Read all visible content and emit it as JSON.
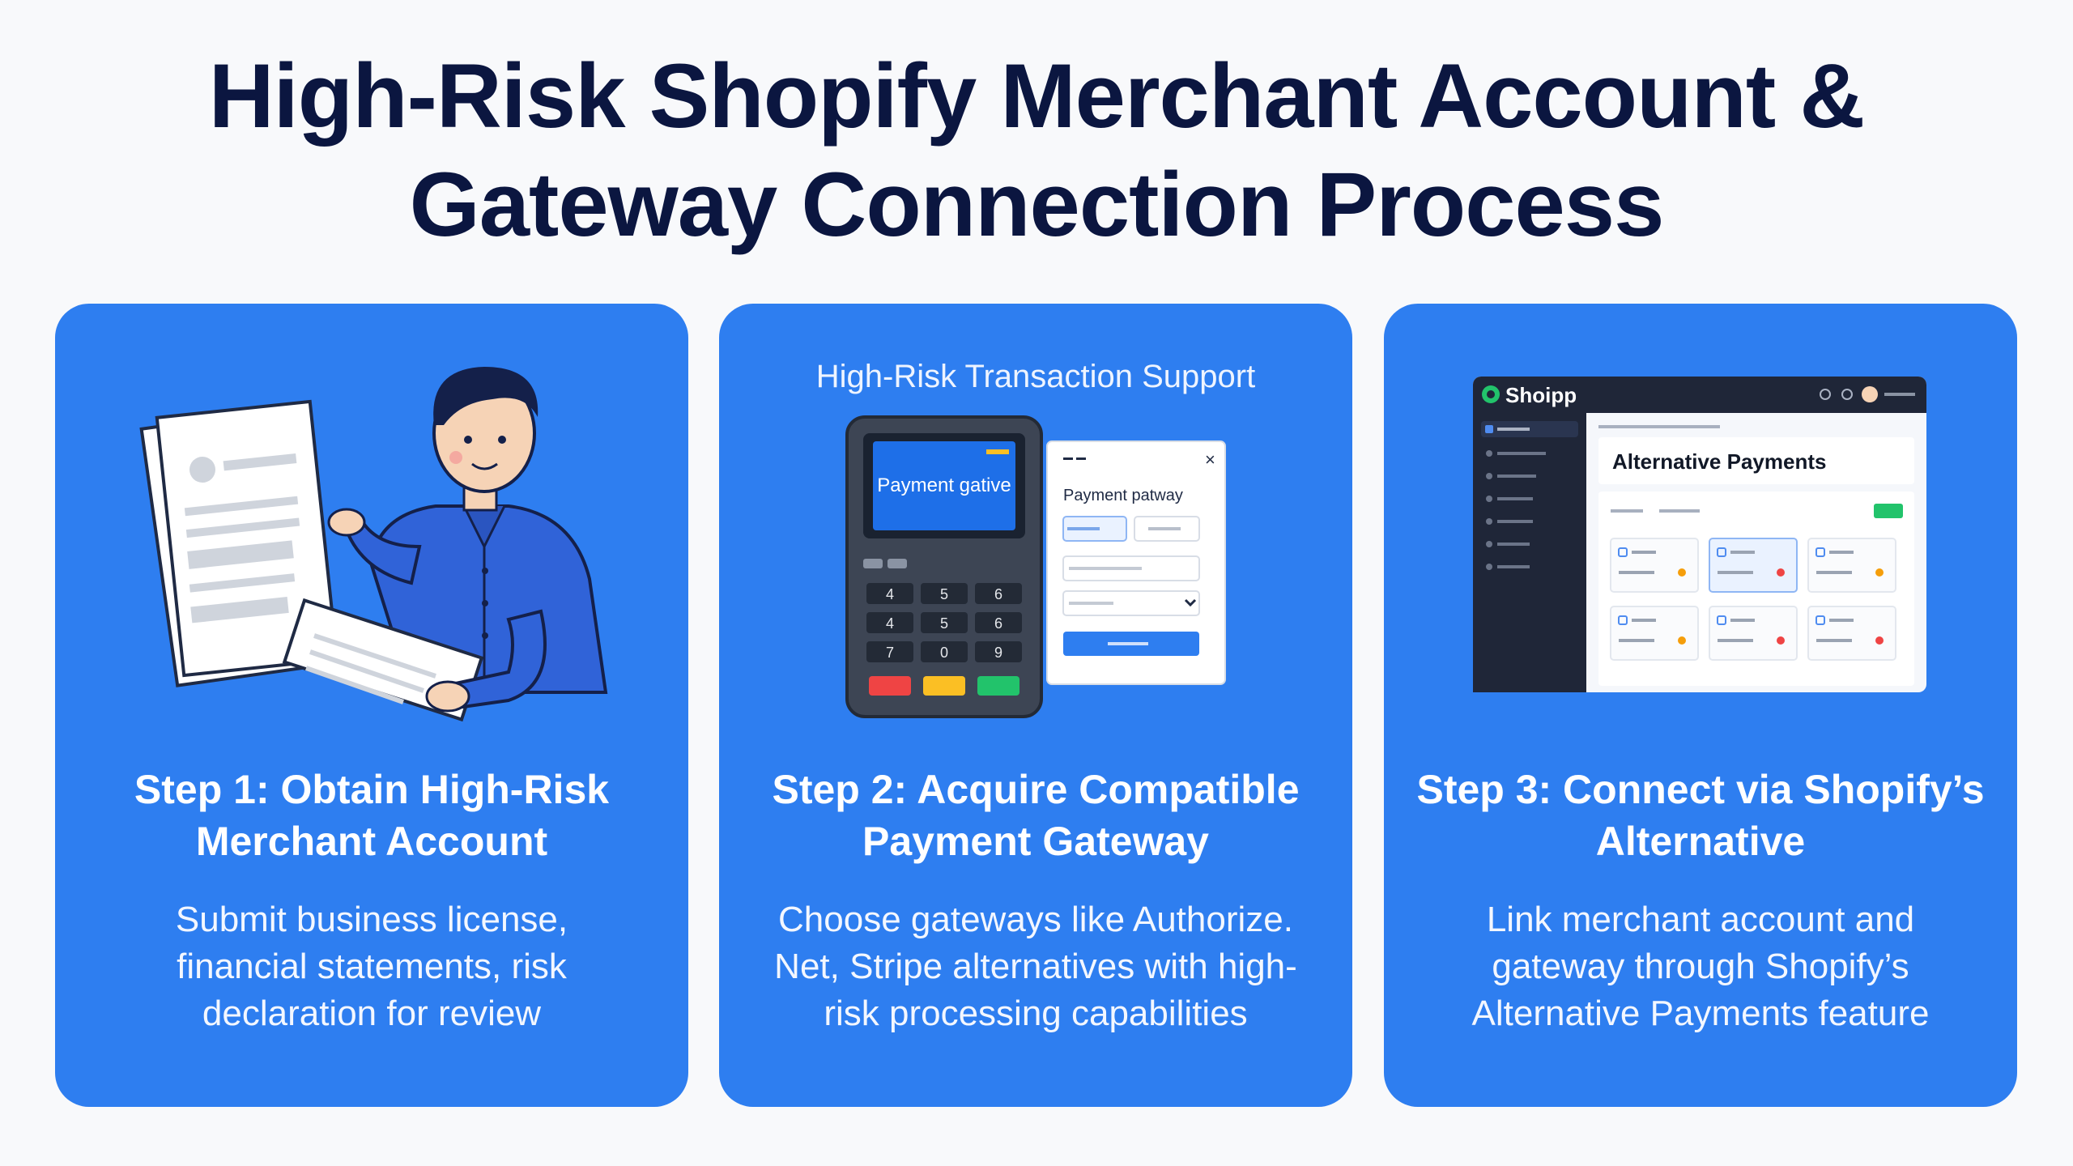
{
  "title": {
    "line1": "High-Risk Shopify Merchant Account &",
    "line2": "Gateway Connection Process"
  },
  "steps": [
    {
      "title_line1": "Step 1: Obtain High-Risk",
      "title_line2": "Merchant Account",
      "desc_line1": "Submit business license,",
      "desc_line2": "financial statements, risk",
      "desc_line3": "declaration for review"
    },
    {
      "illus_label": "High-Risk Transaction Support",
      "terminal_screen": "Payment gative",
      "popup_title": "Payment patway",
      "keypad": [
        "4",
        "5",
        "6",
        "4",
        "5",
        "6",
        "7",
        "0",
        "9"
      ],
      "title_line1": "Step 2: Acquire Compatible",
      "title_line2": "Payment Gateway",
      "desc_line1": "Choose gateways like Authorize.",
      "desc_line2": "Net, Stripe alternatives with high-",
      "desc_line3": "risk processing capabilities"
    },
    {
      "app_name": "Shoipp",
      "panel_title": "Alternative Payments",
      "title_line1": "Step 3: Connect via Shopify’s",
      "title_line2": "Alternative",
      "desc_line1": "Link merchant account and",
      "desc_line2": "gateway through Shopify’s",
      "desc_line3": "Alternative Payments feature"
    }
  ],
  "colors": {
    "card": "#2e7ef0",
    "title": "#0b1640",
    "terminal_body": "#3d4554",
    "dashboard_sidebar": "#1f2638",
    "green": "#22c36b",
    "red": "#ef4444",
    "yellow": "#fbbf24"
  }
}
